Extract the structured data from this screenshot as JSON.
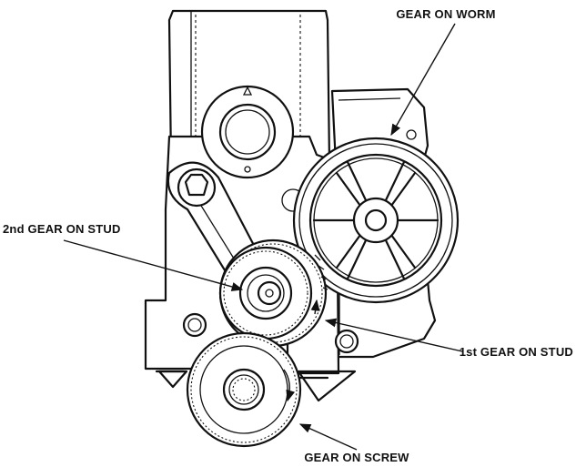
{
  "labels": {
    "gear_on_worm": "GEAR ON WORM",
    "second_gear_on_stud": "2nd GEAR ON STUD",
    "first_gear_on_stud": "1st GEAR ON STUD",
    "gear_on_screw": "GEAR ON SCREW"
  },
  "colors": {
    "ink": "#111111",
    "background": "#ffffff"
  }
}
